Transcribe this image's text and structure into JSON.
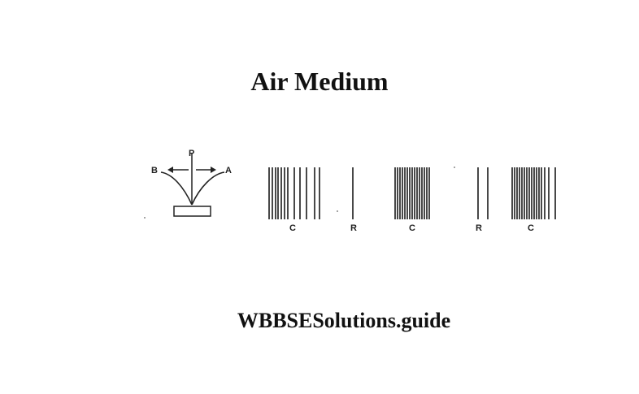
{
  "title": "Air Medium",
  "footer": "WBBSESolutions.guide",
  "source_labels": {
    "p": "P",
    "a": "A",
    "b": "B"
  },
  "wave_labels": [
    "C",
    "R",
    "C",
    "R",
    "C"
  ]
}
